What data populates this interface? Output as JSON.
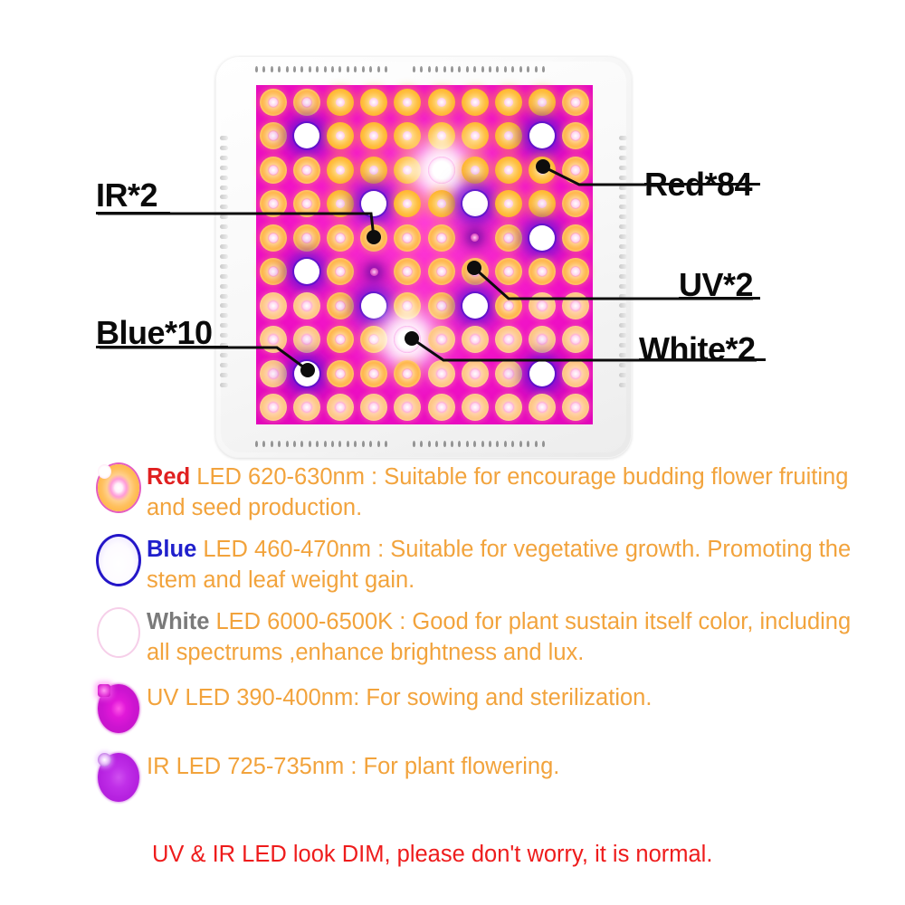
{
  "product": {
    "type": "led-grow-light-panel",
    "grid": {
      "rows": 10,
      "cols": 10
    }
  },
  "callouts": [
    {
      "id": "ir",
      "label": "IR*2",
      "target_desc": "tiny dim IR diode, row 5 col 3"
    },
    {
      "id": "red",
      "label": "Red*84",
      "target_desc": "orange/red diode, row 3 col 8"
    },
    {
      "id": "uv",
      "label": "UV*2",
      "target_desc": "tiny dim UV diode, row 6 col 6"
    },
    {
      "id": "blue",
      "label": "Blue*10",
      "target_desc": "blue diode, row 9 col 1"
    },
    {
      "id": "white",
      "label": "White*2",
      "target_desc": "white diode, row 8 col 4"
    }
  ],
  "legend": [
    {
      "icon": "red-led-icon",
      "keyword": "Red",
      "keyword_color": "#e02020",
      "body": " LED 620-630nm : Suitable for encourage budding flower fruiting and seed production."
    },
    {
      "icon": "blue-led-icon",
      "keyword": "Blue",
      "keyword_color": "#2020cc",
      "body": " LED 460-470nm : Suitable for vegetative growth. Promoting the stem and leaf weight gain."
    },
    {
      "icon": "white-led-icon",
      "keyword": "White",
      "keyword_color": "#7a7a7a",
      "body": " LED 6000-6500K : Good for plant sustain itself color, including all spectrums ,enhance brightness and lux."
    },
    {
      "icon": "uv-led-icon",
      "keyword": "",
      "keyword_color": "#f2a33c",
      "body": "UV LED 390-400nm: For sowing and sterilization."
    },
    {
      "icon": "ir-led-icon",
      "keyword": "",
      "keyword_color": "#f2a33c",
      "body": "IR LED 725-735nm : For plant flowering."
    }
  ],
  "footnote": {
    "text": "UV & IR LED look DIM, please don't worry, it is normal.",
    "color": "#ee1c1c"
  },
  "colors": {
    "panel_background": "#f010c6",
    "body_text": "#f2a33c",
    "housing": "#f4f4f4"
  },
  "led_map": {
    "blue": [
      [
        1,
        1
      ],
      [
        1,
        8
      ],
      [
        3,
        3
      ],
      [
        3,
        6
      ],
      [
        4,
        8
      ],
      [
        5,
        1
      ],
      [
        6,
        3
      ],
      [
        6,
        6
      ],
      [
        8,
        1
      ],
      [
        8,
        8
      ]
    ],
    "white": [
      [
        2,
        5
      ],
      [
        7,
        4
      ]
    ],
    "uv": [
      [
        4,
        6
      ],
      [
        5,
        3
      ]
    ],
    "ir": [
      [
        2,
        8
      ],
      [
        6,
        6
      ]
    ],
    "bright_rows": [
      0,
      1,
      2,
      3
    ],
    "note": "all remaining cells are Red LEDs"
  }
}
